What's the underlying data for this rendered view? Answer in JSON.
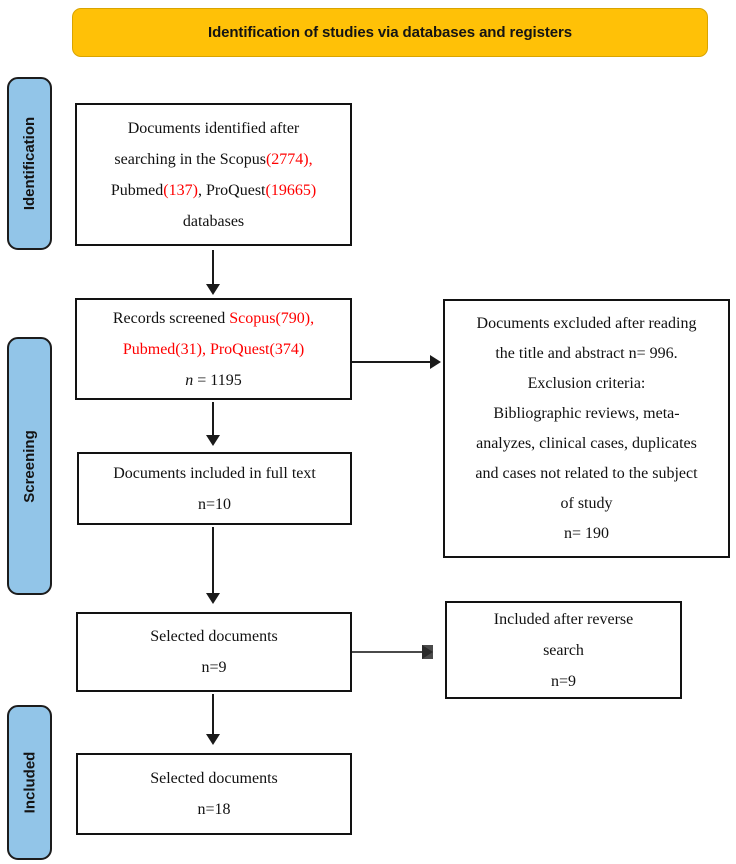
{
  "banner": {
    "label": "Identification of studies via databases and registers",
    "color": "#FFC107"
  },
  "rails": {
    "color": "#92C5E8",
    "items": [
      {
        "name": "identification",
        "label": "Identification"
      },
      {
        "name": "screening",
        "label": "Screening"
      },
      {
        "name": "included",
        "label": "Included"
      }
    ]
  },
  "accents": {
    "highlight_text_color": "#ff0000",
    "box_border_color": "#121212"
  },
  "boxes": {
    "identified": {
      "line1": "Documents identified after",
      "line2_prefix": "searching in the Scopus",
      "line2_count": "(2774),",
      "line3_a": "Pubmed",
      "line3_a_count": "(137)",
      "line3_sep": ", ",
      "line3_b": "ProQuest",
      "line3_b_count": "(19665)",
      "line4": "databases"
    },
    "screened": {
      "line1_prefix": "Records screened ",
      "line1_count": "Scopus(790),",
      "line2": "Pubmed(31), ProQuest(374)",
      "line3_n": "n",
      "line3_value": " = 1195"
    },
    "fulltext": {
      "line1": "Documents included in full text",
      "line2": "n=10"
    },
    "selected9": {
      "line1": "Selected documents",
      "line2": "n=9"
    },
    "selected18": {
      "line1": "Selected documents",
      "line2": "n=18"
    },
    "excluded": {
      "line1": "Documents excluded after reading",
      "line2": "the title and abstract n= 996.",
      "line3": "Exclusion criteria:",
      "line4": "Bibliographic reviews, meta-",
      "line5": "analyzes, clinical cases, duplicates",
      "line6": "and cases not related to the subject",
      "line7": "of study",
      "line8": "n= 190"
    },
    "reverse": {
      "line1": "Included after reverse",
      "line2": "search",
      "line3": "n=9"
    }
  }
}
